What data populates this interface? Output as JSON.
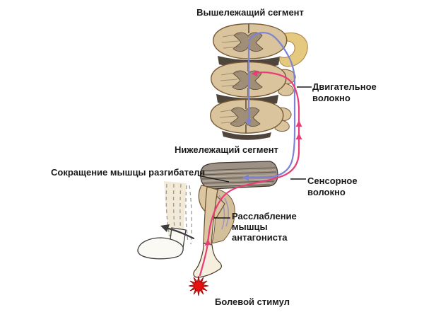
{
  "diagram": {
    "labels": {
      "upper_segment": "Вышележащий сегмент",
      "lower_segment": "Нижележащий сегмент",
      "extensor_contraction": "Сокращение мышцы разгибателя",
      "motor_fiber": [
        "Двигательное",
        "волокно"
      ],
      "sensory_fiber": [
        "Сенсорное",
        "волокно"
      ],
      "antagonist_relaxation": [
        "Расслабление",
        "мышцы",
        "антагониста"
      ],
      "pain_stimulus": "Болевой стимул"
    },
    "colors": {
      "background": "#ffffff",
      "label_text": "#1a1a1a",
      "motor_fiber": "#7e82d6",
      "sensory_fiber": "#e83d78",
      "spinal_segment_fill": "#d9c49e",
      "spinal_segment_outline": "#7a5a34",
      "gray_matter": "#a08e76",
      "nerve_root": "#e5c97f",
      "muscle": "#9c9184",
      "limb_skin": "#dbc7a2",
      "pain_star": "#e90f0f"
    }
  }
}
